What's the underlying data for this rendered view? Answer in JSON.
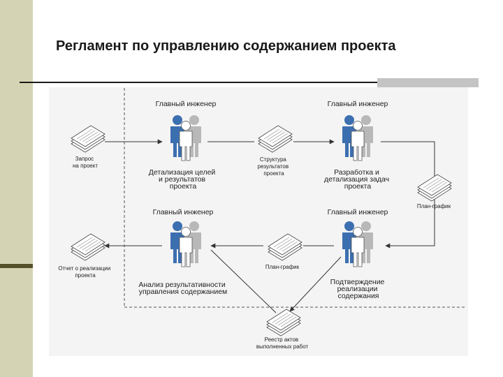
{
  "slide": {
    "title": "Регламент по управлению содержанием проекта"
  },
  "roles": {
    "r1": "Главный инженер",
    "r2": "Главный инженер",
    "r3": "Главный инженер",
    "r4": "Главный инженер"
  },
  "processes": {
    "p1": [
      "Детализация целей",
      "и результатов",
      "проекта"
    ],
    "p2": [
      "Разработка и",
      "детализация задач",
      "проекта"
    ],
    "p3": [
      "Анализ результативности",
      "управления содержанием"
    ],
    "p4": [
      "Подтверждение",
      "реализации",
      "содержания"
    ]
  },
  "documents": {
    "d1": [
      "Запрос",
      "на проект"
    ],
    "d2": [
      "Структура",
      "результатов",
      "проекта"
    ],
    "d3": [
      "План-график"
    ],
    "d4": [
      "План-график"
    ],
    "d5": [
      "Отчет о реализации",
      "проекта"
    ],
    "d6": [
      "Реестр актов",
      "выполненных работ"
    ]
  },
  "colors": {
    "person_blue": "#3c6fb0",
    "person_gray": "#b8b8b8",
    "person_white": "#ffffff",
    "line": "#333333"
  }
}
